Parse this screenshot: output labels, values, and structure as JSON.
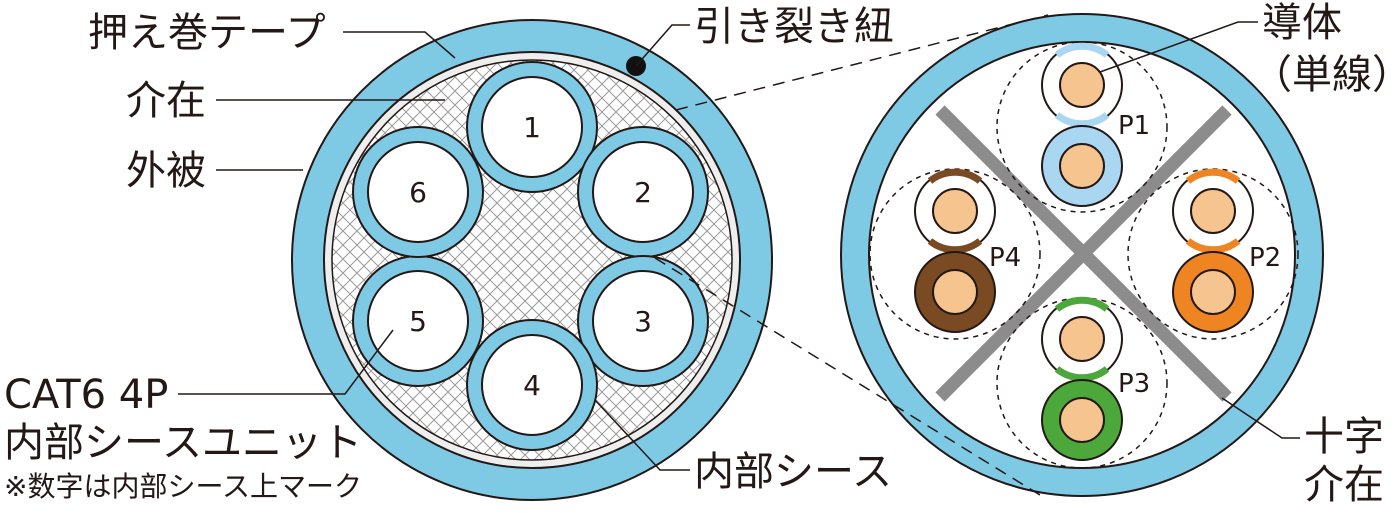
{
  "labels": {
    "wrap_tape": "押え巻テープ",
    "filler": "介在",
    "outer_jacket": "外被",
    "unit_line1": "CAT6 4P",
    "unit_line2": "内部シースユニット",
    "unit_note": "※数字は内部シース上マーク",
    "rip_cord": "引き裂き紐",
    "inner_sheath": "内部シース",
    "conductor_line1": "導体",
    "conductor_line2": "（単線）",
    "cross_line1": "十字",
    "cross_line2": "介在"
  },
  "units": [
    "1",
    "2",
    "3",
    "4",
    "5",
    "6"
  ],
  "pairs": [
    {
      "name": "P1",
      "color": "#a9d6f0",
      "stripe": "#a9d6f0"
    },
    {
      "name": "P2",
      "color": "#ef8522",
      "stripe": "#ef8522"
    },
    {
      "name": "P3",
      "color": "#4ca83a",
      "stripe": "#4ca83a"
    },
    {
      "name": "P4",
      "color": "#7a4a22",
      "stripe": "#7a4a22"
    }
  ],
  "colors": {
    "jacket": "#7ec9e3",
    "outline": "#231815",
    "conductor": "#f5c48f",
    "cross": "#8c8c8c"
  }
}
